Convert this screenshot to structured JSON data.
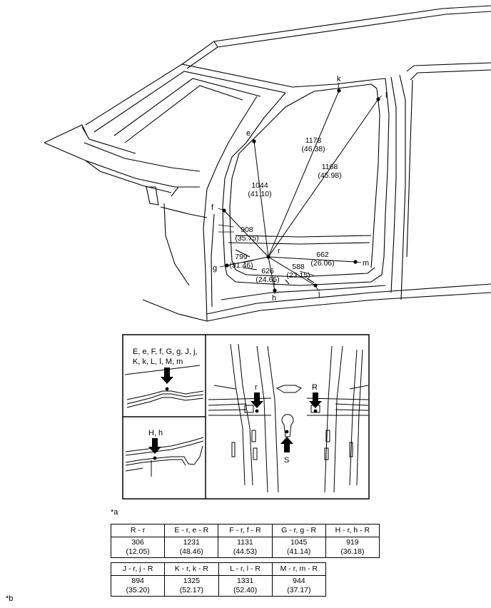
{
  "points": {
    "e": "e",
    "f": "f",
    "g": "g",
    "h": "h",
    "j": "j",
    "k": "k",
    "l": "l",
    "m": "m",
    "r": "r"
  },
  "dims": {
    "e_r": {
      "mm": "1044",
      "in": "(41.10)"
    },
    "k_r": {
      "mm": "1178",
      "in": "(46.38)"
    },
    "l_r": {
      "mm": "1168",
      "in": "(45.98)"
    },
    "f_r": {
      "mm": "908",
      "in": "(35.75)"
    },
    "g_r": {
      "mm": "799",
      "in": "(31.46)"
    },
    "h_r": {
      "mm": "626",
      "in": "(24.65)"
    },
    "j_r": {
      "mm": "588",
      "in": "(23.15)"
    },
    "m_r": {
      "mm": "662",
      "in": "(26.06)"
    }
  },
  "detail": {
    "top_label_line1": "E, e, F, f, G, g, J, j,",
    "top_label_line2": "K, k, L, l, M, m",
    "mid_label": "H, h",
    "r": "r",
    "R": "R",
    "S": "S"
  },
  "notes": {
    "a": "*a",
    "b": "*b"
  },
  "table1": {
    "headers": [
      "R - r",
      "E - r, e - R",
      "F - r, f - R",
      "G - r, g - R",
      "H - r, h - R"
    ],
    "mm": [
      "306",
      "1231",
      "1131",
      "1045",
      "919"
    ],
    "in": [
      "(12.05)",
      "(48.46)",
      "(44.53)",
      "(41.14)",
      "(36.18)"
    ]
  },
  "table2": {
    "headers": [
      "J - r, j - R",
      "K - r, k - R",
      "L - r, l - R",
      "M - r, m - R"
    ],
    "mm": [
      "894",
      "1325",
      "1331",
      "944"
    ],
    "in": [
      "(35.20)",
      "(52.17)",
      "(52.40)",
      "(37.17)"
    ]
  }
}
